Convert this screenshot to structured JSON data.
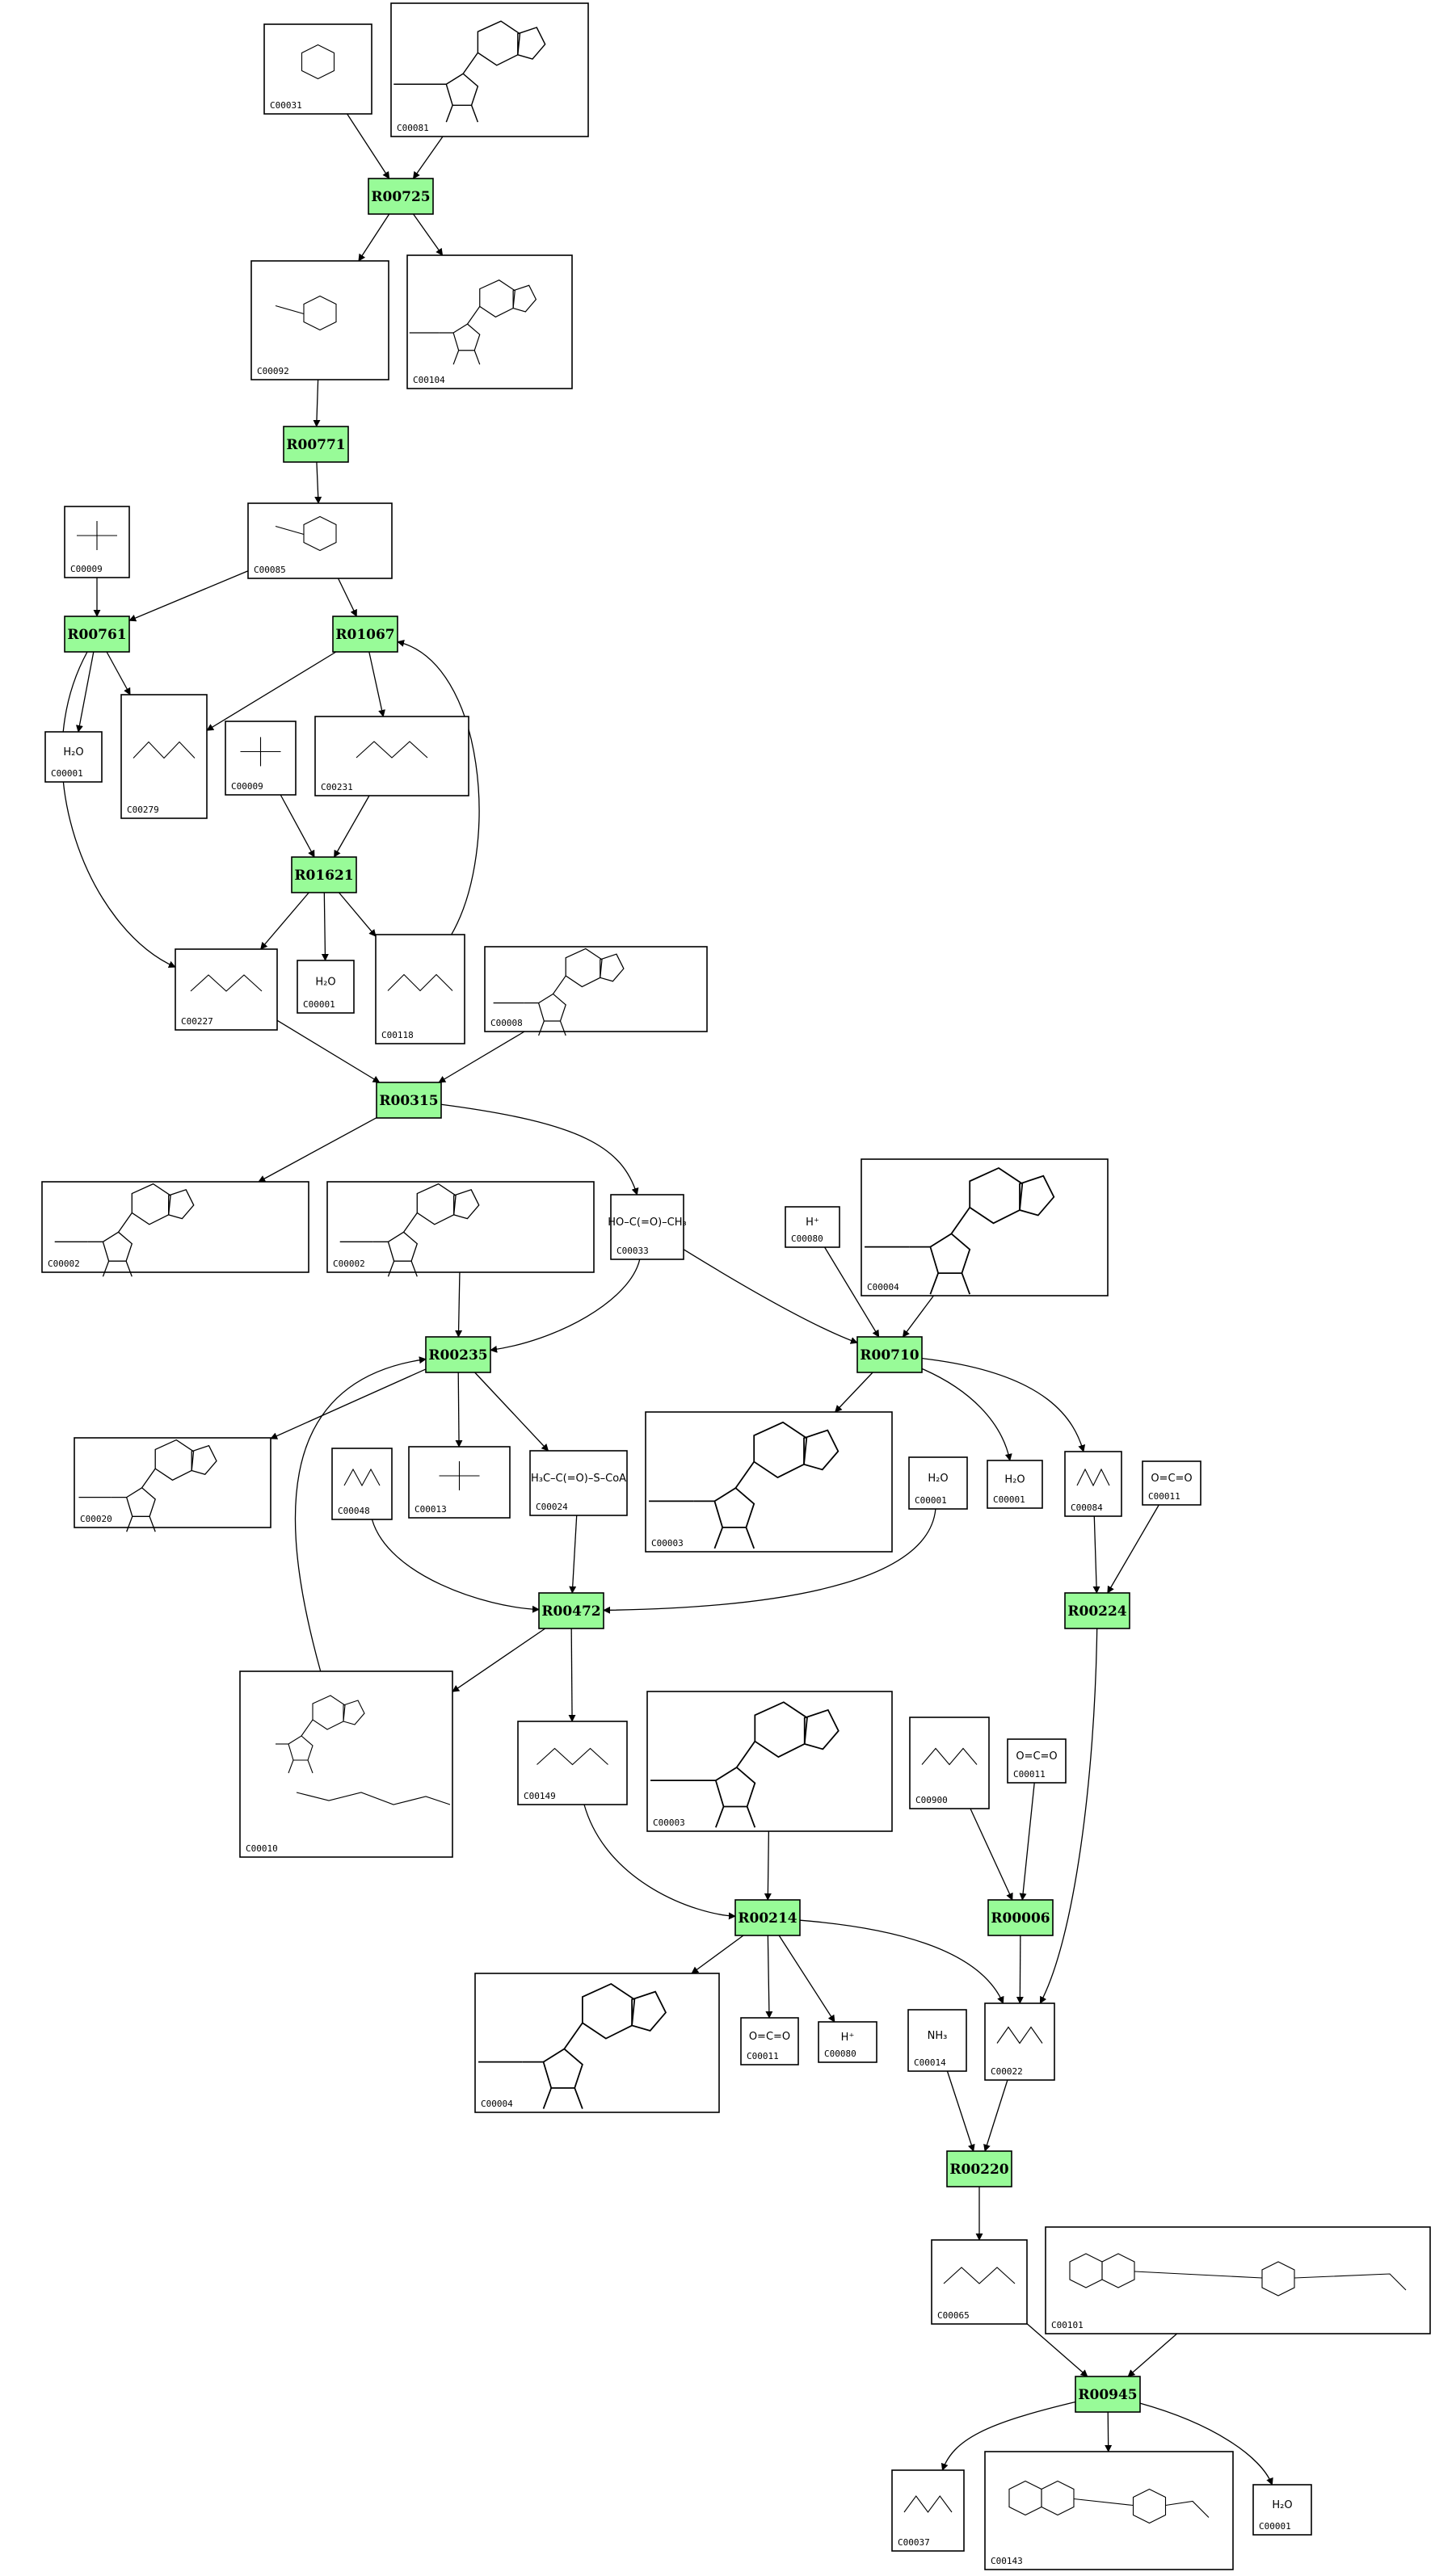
{
  "reactions": [
    {
      "id": "r1",
      "label": "R00725"
    },
    {
      "id": "r2",
      "label": "R00771"
    },
    {
      "id": "r3",
      "label": "R00761"
    },
    {
      "id": "r4",
      "label": "R01067"
    },
    {
      "id": "r5",
      "label": "R01621"
    },
    {
      "id": "r6",
      "label": "R00315"
    },
    {
      "id": "r7",
      "label": "R00235"
    },
    {
      "id": "r8",
      "label": "R00710"
    },
    {
      "id": "r9",
      "label": "R00472"
    },
    {
      "id": "r10",
      "label": "R00224"
    },
    {
      "id": "r11",
      "label": "R00214"
    },
    {
      "id": "r12",
      "label": "R00006"
    },
    {
      "id": "r13",
      "label": "R00220"
    },
    {
      "id": "r14",
      "label": "R00945"
    }
  ],
  "compounds": [
    {
      "id": "c1",
      "label": "C00031",
      "formula": ""
    },
    {
      "id": "c2",
      "label": "C00081",
      "formula": ""
    },
    {
      "id": "c3",
      "label": "C00092",
      "formula": ""
    },
    {
      "id": "c4",
      "label": "C00104",
      "formula": ""
    },
    {
      "id": "c5",
      "label": "C00009",
      "formula": ""
    },
    {
      "id": "c6",
      "label": "C00085",
      "formula": ""
    },
    {
      "id": "c7",
      "label": "C00001",
      "formula": "H₂O"
    },
    {
      "id": "c8",
      "label": "C00279",
      "formula": ""
    },
    {
      "id": "c9",
      "label": "C00009",
      "formula": ""
    },
    {
      "id": "c10",
      "label": "C00231",
      "formula": ""
    },
    {
      "id": "c11",
      "label": "C00227",
      "formula": ""
    },
    {
      "id": "c12",
      "label": "C00001",
      "formula": "H₂O"
    },
    {
      "id": "c13",
      "label": "C00118",
      "formula": ""
    },
    {
      "id": "c14",
      "label": "C00008",
      "formula": ""
    },
    {
      "id": "c15",
      "label": "C00002",
      "formula": ""
    },
    {
      "id": "c16",
      "label": "C00002",
      "formula": ""
    },
    {
      "id": "c17",
      "label": "C00033",
      "formula": "HO–C(=O)–CH₃"
    },
    {
      "id": "c18",
      "label": "C00080",
      "formula": "H⁺"
    },
    {
      "id": "c19",
      "label": "C00004",
      "formula": ""
    },
    {
      "id": "c20",
      "label": "C00020",
      "formula": ""
    },
    {
      "id": "c21",
      "label": "C00048",
      "formula": ""
    },
    {
      "id": "c22",
      "label": "C00013",
      "formula": ""
    },
    {
      "id": "c23",
      "label": "C00024",
      "formula": "H₃C–C(=O)–S–CoA"
    },
    {
      "id": "c24",
      "label": "C00003",
      "formula": ""
    },
    {
      "id": "c25",
      "label": "C00001",
      "formula": "H₂O"
    },
    {
      "id": "c26",
      "label": "C00001",
      "formula": "H₂O"
    },
    {
      "id": "c27",
      "label": "C00084",
      "formula": ""
    },
    {
      "id": "c28",
      "label": "C00011",
      "formula": "O=C=O"
    },
    {
      "id": "c29",
      "label": "C00010",
      "formula": ""
    },
    {
      "id": "c30",
      "label": "C00149",
      "formula": ""
    },
    {
      "id": "c31",
      "label": "C00003",
      "formula": ""
    },
    {
      "id": "c32",
      "label": "C00900",
      "formula": ""
    },
    {
      "id": "c33",
      "label": "C00011",
      "formula": "O=C=O"
    },
    {
      "id": "c34",
      "label": "C00004",
      "formula": ""
    },
    {
      "id": "c35",
      "label": "C00011",
      "formula": "O=C=O"
    },
    {
      "id": "c36",
      "label": "C00080",
      "formula": "H⁺"
    },
    {
      "id": "c37",
      "label": "C00014",
      "formula": "NH₃"
    },
    {
      "id": "c38",
      "label": "C00022",
      "formula": ""
    },
    {
      "id": "c39",
      "label": "C00065",
      "formula": ""
    },
    {
      "id": "c40",
      "label": "C00101",
      "formula": ""
    },
    {
      "id": "c41",
      "label": "C00037",
      "formula": ""
    },
    {
      "id": "c42",
      "label": "C00143",
      "formula": ""
    },
    {
      "id": "c43",
      "label": "C00001",
      "formula": "H₂O"
    }
  ],
  "edges": [
    {
      "from": "c1",
      "to": "r1"
    },
    {
      "from": "c2",
      "to": "r1"
    },
    {
      "from": "r1",
      "to": "c3"
    },
    {
      "from": "r1",
      "to": "c4"
    },
    {
      "from": "c3",
      "to": "r2"
    },
    {
      "from": "r2",
      "to": "c6"
    },
    {
      "from": "c5",
      "to": "r3"
    },
    {
      "from": "c6",
      "to": "r3"
    },
    {
      "from": "c6",
      "to": "r4"
    },
    {
      "from": "r3",
      "to": "c7"
    },
    {
      "from": "r3",
      "to": "c8"
    },
    {
      "from": "r3",
      "to": "c11"
    },
    {
      "from": "r4",
      "to": "c8"
    },
    {
      "from": "r4",
      "to": "c10"
    },
    {
      "from": "c9",
      "to": "r5"
    },
    {
      "from": "c10",
      "to": "r5"
    },
    {
      "from": "r5",
      "to": "c11"
    },
    {
      "from": "r5",
      "to": "c12"
    },
    {
      "from": "r5",
      "to": "c13"
    },
    {
      "from": "c13",
      "to": "r4"
    },
    {
      "from": "c11",
      "to": "r6"
    },
    {
      "from": "c14",
      "to": "r6"
    },
    {
      "from": "r6",
      "to": "c15"
    },
    {
      "from": "r6",
      "to": "c17"
    },
    {
      "from": "c16",
      "to": "r7"
    },
    {
      "from": "c17",
      "to": "r7"
    },
    {
      "from": "c17",
      "to": "r8"
    },
    {
      "from": "c18",
      "to": "r8"
    },
    {
      "from": "c19",
      "to": "r8"
    },
    {
      "from": "r7",
      "to": "c20"
    },
    {
      "from": "r7",
      "to": "c22"
    },
    {
      "from": "r7",
      "to": "c23"
    },
    {
      "from": "c29",
      "to": "r7"
    },
    {
      "from": "r8",
      "to": "c24"
    },
    {
      "from": "r8",
      "to": "c26"
    },
    {
      "from": "r8",
      "to": "c27"
    },
    {
      "from": "c21",
      "to": "r9"
    },
    {
      "from": "c23",
      "to": "r9"
    },
    {
      "from": "c25",
      "to": "r9"
    },
    {
      "from": "r9",
      "to": "c29"
    },
    {
      "from": "r9",
      "to": "c30"
    },
    {
      "from": "c27",
      "to": "r10"
    },
    {
      "from": "c28",
      "to": "r10"
    },
    {
      "from": "c30",
      "to": "r11"
    },
    {
      "from": "c31",
      "to": "r11"
    },
    {
      "from": "r11",
      "to": "c34"
    },
    {
      "from": "r11",
      "to": "c35"
    },
    {
      "from": "r11",
      "to": "c36"
    },
    {
      "from": "r11",
      "to": "c38"
    },
    {
      "from": "c32",
      "to": "r12"
    },
    {
      "from": "c33",
      "to": "r12"
    },
    {
      "from": "r12",
      "to": "c38"
    },
    {
      "from": "r10",
      "to": "c38"
    },
    {
      "from": "c37",
      "to": "r13"
    },
    {
      "from": "c38",
      "to": "r13"
    },
    {
      "from": "r13",
      "to": "c39"
    },
    {
      "from": "c39",
      "to": "r14"
    },
    {
      "from": "c40",
      "to": "r14"
    },
    {
      "from": "r14",
      "to": "c41"
    },
    {
      "from": "r14",
      "to": "c42"
    },
    {
      "from": "r14",
      "to": "c43"
    }
  ]
}
